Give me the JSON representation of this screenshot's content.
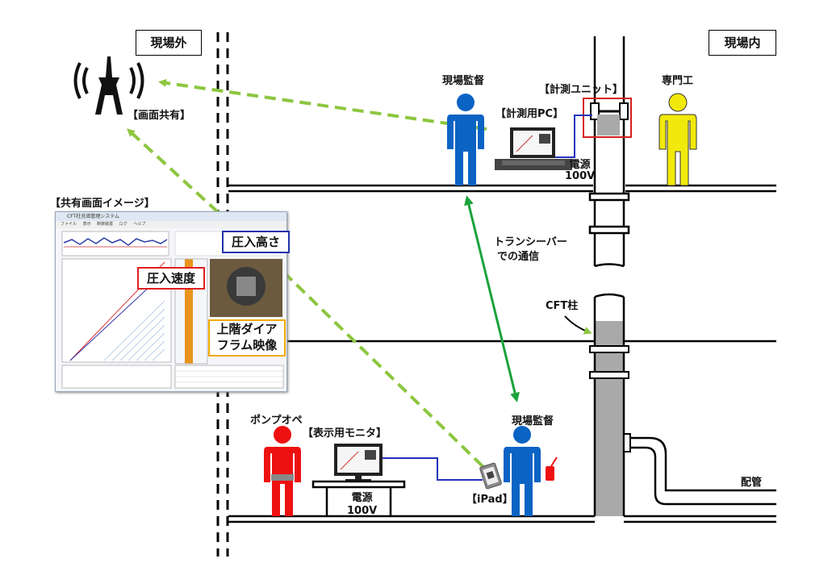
{
  "labels": {
    "outside": "現場外",
    "inside": "現場内",
    "screen_share": "【画面共有】",
    "shared_image": "【共有画面イメージ】",
    "supervisor_top": "現場監督",
    "measure_pc": "【計測用PC】",
    "measure_unit": "【計測ユニット】",
    "specialist": "専門工",
    "power_top_1": "電源",
    "power_top_2": "100V",
    "transceiver_1": "トランシーバー",
    "transceiver_2": "での通信",
    "cft_column": "CFT柱",
    "pump_operator": "ポンプオペ",
    "display_monitor": "【表示用モニタ】",
    "supervisor_bottom": "現場監督",
    "power_bottom_1": "電源",
    "power_bottom_2": "100V",
    "ipad": "【iPad】",
    "piping": "配管"
  },
  "callouts": {
    "press_speed": "圧入速度",
    "press_height": "圧入高さ",
    "video_1": "上階ダイア",
    "video_2": "フラム映像"
  },
  "screenshot": {
    "title": "CFT柱充填管理システム",
    "menu": "ファイル 表示 制御装置 ログ ヘルプ"
  },
  "colors": {
    "supervisor": "#0b63c4",
    "specialist": "#f2e90c",
    "pump_operator": "#ee1111",
    "share_arrow": "#8cc63f",
    "transceiver_arrow": "#1aa33a",
    "cable": "#2233bb",
    "callout_speed": "#e02020",
    "callout_height": "#2233aa",
    "callout_video": "#f2a900"
  },
  "icons": [
    "broadcast-tower-icon",
    "person-icon",
    "laptop-icon",
    "monitor-icon",
    "ipad-icon",
    "transceiver-icon"
  ]
}
